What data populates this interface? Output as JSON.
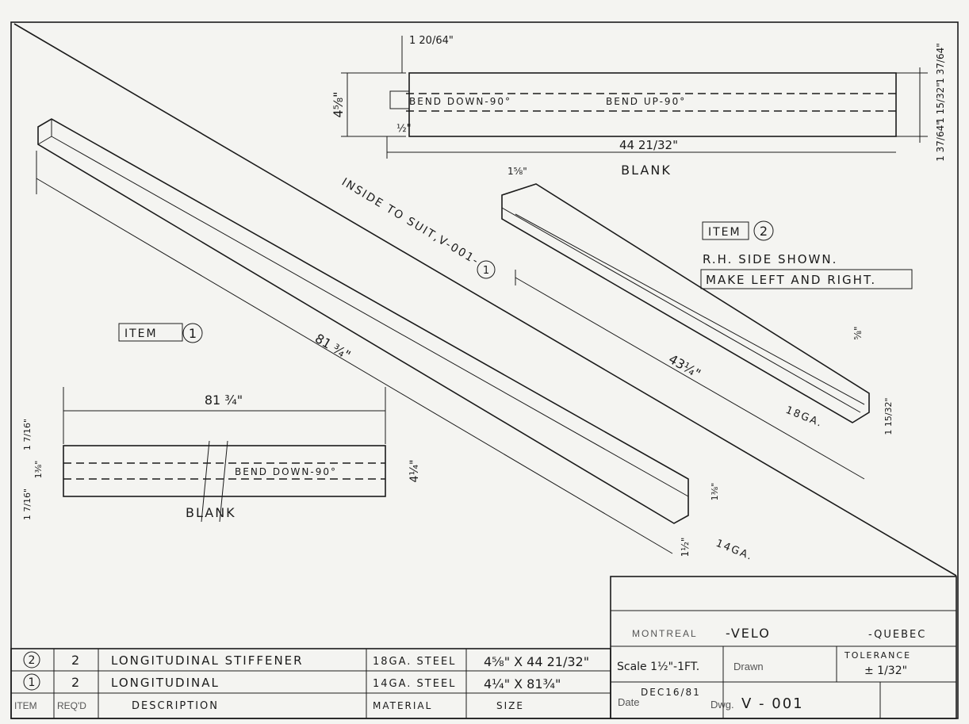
{
  "drawing": {
    "top_view": {
      "height_dim": "4⅝\"",
      "offset_dim": "1 20/64\"",
      "half_dim": "½\"",
      "bend_down": "BEND DOWN-90°",
      "bend_up": "BEND UP-90°",
      "right_dim_top": "1 37/64\"",
      "right_dim_mid": "1 15/32\"",
      "right_dim_bot": "1 37/64\"",
      "length_dim": "44 21/32\"",
      "blank_label": "BLANK"
    },
    "inside_note": "INSIDE TO SUIT,V-001-",
    "inside_item": "1",
    "item2": {
      "label": "ITEM",
      "number": "2",
      "note_side": "R.H. SIDE SHOWN.",
      "note_make": "MAKE LEFT AND RIGHT.",
      "dim_top": "1⅝\"",
      "dim_length": "43¼\"",
      "dim_flange": "⅝\"",
      "dim_web": "1 15/32\"",
      "gauge": "18GA."
    },
    "item1": {
      "label": "ITEM",
      "number": "1",
      "dim_length": "81 ¾\"",
      "dim_end": "1⅜\"",
      "dim_height": "1½\"",
      "gauge": "14GA."
    },
    "item1_blank": {
      "length_dim": "81 ¾\"",
      "bend": "BEND DOWN-90°",
      "width_dim": "4¼\"",
      "left_dim_top": "1 7/16\"",
      "left_dim_mid": "1⅜\"",
      "left_dim_bot": "1 7/16\"",
      "label": "BLANK"
    }
  },
  "title_block": {
    "company_left": "MONTREAL",
    "company_mid": "-VELO",
    "company_right": "-QUEBEC",
    "scale": "Scale 1½\"-1FT.",
    "drawn": "Drawn",
    "tolerance_label": "TOLERANCE",
    "tolerance_value": "± 1/32\"",
    "date_label": "Date",
    "date_value": "DEC16/81",
    "dwg_label": "Dwg.",
    "dwg_value": "V - 001"
  },
  "bom": {
    "headers": [
      "ITEM",
      "REQ'D",
      "DESCRIPTION",
      "MATERIAL",
      "SIZE"
    ],
    "rows": [
      {
        "item": "2",
        "qty": "2",
        "description": "LONGITUDINAL STIFFENER",
        "material": "18GA. STEEL",
        "size": "4⅝\" X 44 21/32\""
      },
      {
        "item": "1",
        "qty": "2",
        "description": "LONGITUDINAL",
        "material": "14GA. STEEL",
        "size": "4¼\" X 81¾\""
      }
    ]
  }
}
